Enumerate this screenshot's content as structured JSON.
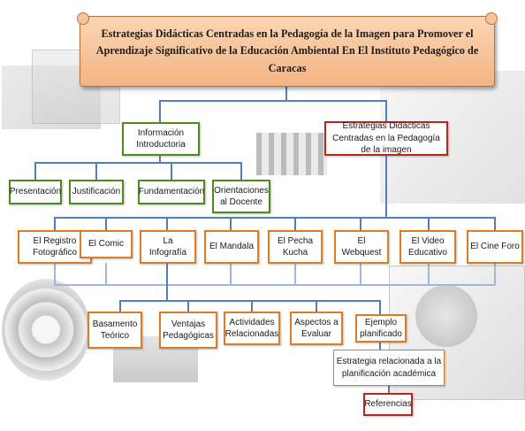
{
  "title": "Estrategias Didácticas Centradas en la Pedagogía de la Imagen para Promover el Aprendizaje Significativo de la Educación Ambiental En El Instituto Pedagógico de Caracas",
  "branches": {
    "intro": "Información Introductoria",
    "strategies": "Estrategias Didácticas Centradas en la Pedagogía de la imagen"
  },
  "intro_items": [
    "Presentación",
    "Justificación",
    "Fundamentación",
    "Orientaciones al Docente"
  ],
  "strategy_items": [
    "El Registro Fotográfico",
    "El Comic",
    "La Infografía",
    "El Mandala",
    "El Pecha Kucha",
    "El Webquest",
    "El Video Educativo",
    "El Cine Foro"
  ],
  "infografia_items": [
    "Basamento Teórico",
    "Ventajas Pedagógicas",
    "Actividades Relacionadas",
    "Aspectos a Evaluar",
    "Ejemplo planificado"
  ],
  "planned": "Estrategia relacionada a la planificación académica",
  "references": "Referencias",
  "colors": {
    "connector": "#4f7fbf",
    "title_fill": "#f6bf91",
    "green_border": "#4e8a1e",
    "red_border": "#b8261e",
    "orange_border": "#e07a24"
  }
}
